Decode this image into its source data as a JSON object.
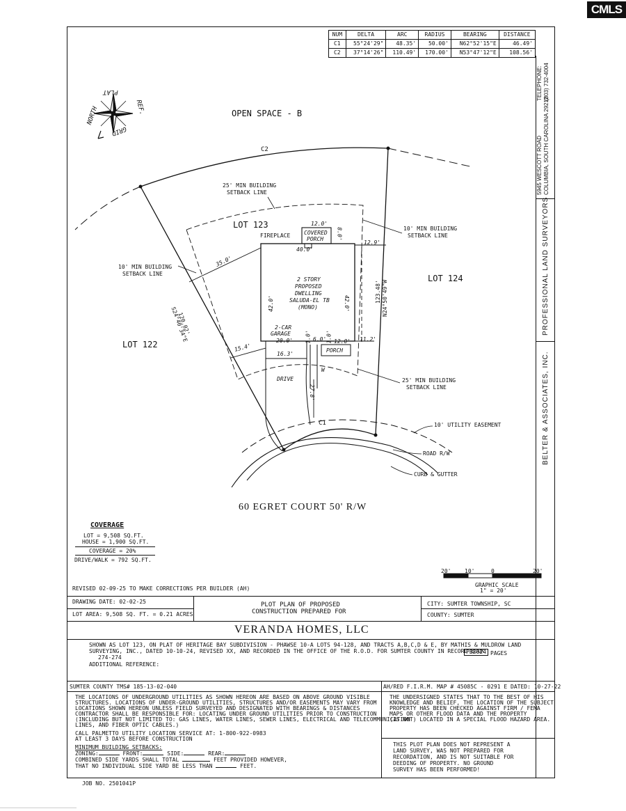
{
  "logo_text": "CMLS",
  "curve_table": {
    "headers": [
      "NUM",
      "DELTA",
      "ARC",
      "RADIUS",
      "BEARING",
      "DISTANCE"
    ],
    "rows": [
      [
        "C1",
        "55°24'29\"",
        "48.35'",
        "50.00'",
        "N62°52'15\"E",
        "46.49'"
      ],
      [
        "C2",
        "37°14'26\"",
        "110.49'",
        "170.00'",
        "N53°47'12\"E",
        "108.56'"
      ]
    ]
  },
  "company": {
    "name": "BELTER & ASSOCIATES, INC.",
    "profession": "PROFESSIONAL LAND SURVEYORS",
    "address1": "5945 WESCOTT ROAD",
    "address2": "COLUMBIA, SOUTH CAROLINA 29212",
    "telephone_label": "TELEPHONE:",
    "telephone": "(803) 732-4004"
  },
  "north_arrow": {
    "text_top": "PLAT",
    "text_north": "NORTH",
    "text_ref": "REF.",
    "text_grid": "GRID"
  },
  "plan": {
    "open_space": "OPEN SPACE - B",
    "lot_123": "LOT 123",
    "lot_124": "LOT 124",
    "lot_122": "LOT 122",
    "c2": "C2",
    "c1": "C1",
    "setback_25_top": "25' MIN BUILDING",
    "setback_25_top_2": "SETBACK LINE",
    "setback_10_right": "10' MIN BUILDING",
    "setback_10_right_2": "SETBACK LINE",
    "setback_10_left": "10' MIN BUILDING",
    "setback_10_left_2": "SETBACK LINE",
    "setback_25_bottom": "25' MIN BUILDING",
    "setback_25_bottom_2": "SETBACK LINE",
    "utility_easement": "10' UTILITY EASEMENT",
    "road_rw": "ROAD R/W",
    "curb_gutter": "CURB & GUTTER",
    "street": "60 EGRET COURT 50' R/W",
    "fireplace": "FIREPLACE",
    "covered_porch_1": "COVERED",
    "covered_porch_2": "PORCH",
    "dim_12_top": "12.0'",
    "dim_8": "8.0'",
    "dim_40": "40.0'",
    "dim_12_9": "12.9'",
    "dim_35": "35.0'",
    "dim_42_left": "42.0'",
    "dim_42_right": "42.0'",
    "dwelling_1": "2 STORY",
    "dwelling_2": "PROPOSED",
    "dwelling_3": "DWELLING",
    "dwelling_4": "SALUDA-EL TB",
    "dwelling_5": "(MONO)",
    "garage_1": "2-CAR",
    "garage_2": "GARAGE",
    "dim_20": "20.0'",
    "dim_1a": "1.0'",
    "dim_6": "6.0'",
    "dim_1b": "1.0'",
    "dim_12_bottom": "12.0'",
    "dim_11_2": "11.2'",
    "porch": "PORCH",
    "dim_15_4": "15.4'",
    "dim_16_3": "16.3'",
    "walk_w": "W",
    "drive": "DRIVE",
    "dim_27_8": "27.8'",
    "left_line_dist": "120.02'",
    "left_line_bearing": "S24°40'34\"E",
    "right_line_dist": "123.48'",
    "right_line_bearing": "N24°50'49\"W"
  },
  "coverage": {
    "title": "COVERAGE",
    "lot": "LOT = 9,508 SQ.FT.",
    "house": "HOUSE = 1,900 SQ.FT.",
    "coverage": "COVERAGE = 20%",
    "drive_walk": "DRIVE/WALK = 792 SQ.FT."
  },
  "scale": {
    "labels": [
      "20'",
      "10'",
      "0",
      "20'"
    ],
    "title": "GRAPHIC SCALE",
    "ratio": "1\" = 20'"
  },
  "title_block": {
    "revised": "REVISED 02-09-25 TO MAKE CORRECTIONS PER BUILDER (AH)",
    "drawing_date": "DRAWING DATE: 02-02-25",
    "lot_area": "LOT AREA: 9,508 SQ. FT. = 0.21 ACRES",
    "plot_title_1": "PLOT PLAN OF PROPOSED",
    "plot_title_2": "CONSTRUCTION PREPARED FOR",
    "city": "CITY: SUMTER TOWNSHIP, SC",
    "county": "COUNTY: SUMTER",
    "client": "VERANDA HOMES, LLC",
    "desc_1": "SHOWN AS LOT 123, ON PLAT OF HERITAGE BAY SUBDIVISION - PHAWSE 10-A LOTS 94-128, AND TRACTS A,B,C,D & E, BY MATHIS & MULDROW LAND",
    "desc_2": "SURVEYING, INC., DATED 10-10-24, REVISED XX, AND RECORDED IN THE OFFICE OF THE R.O.D. FOR SUMTER COUNTY IN RECORD BOOK",
    "book": "PB2024",
    "pages_label": "PAGES",
    "pages": "274-274",
    "additional": "ADDITIONAL REFERENCE:",
    "tms": "SUMTER COUNTY TMS# 185-13-02-040",
    "firm": "AH/RED   F.I.R.M. MAP # 45085C - 0291 E DATED: 10-27-22",
    "utility_notes": [
      "THE LOCATIONS OF UNDERGROUND UTILITIES AS SHOWN HEREON ARE BASED ON ABOVE GROUND VISIBLE",
      "STRUCTURES. LOCATIONS OF UNDER-GROUND UTILITIES, STRUCTURES AND/OR EASEMENTS MAY VARY FROM",
      "LOCATIONS SHOWN HEREON UNLESS FIELD SURVEYED AND DESIGNATED WITH BEARINGS & DISTANCES",
      "CONTRACTOR SHALL BE RESPONSIBLE FOR: LOCATING UNDER GROUND UTILITIES PRIOR TO CONSTRUCTION",
      "(INCLUDING BUT NOT LIMITED TO: GAS LINES, WATER LINES, SEWER LINES, ELECTRICAL AND TELECOMMUNICATION",
      "LINES, AND FIBER OPTIC CABLES.)"
    ],
    "call_1": "CALL PALMETTO UTILITY LOCATION SERVICE AT: 1-800-922-0983",
    "call_2": "AT LEAST 3 DAYS BEFORE CONSTRUCTION",
    "setbacks_title": "MINIMUM BUILDING SETBACKS:",
    "zoning": "ZONING:",
    "front": "FRONT:",
    "side": "SIDE:",
    "rear": "REAR:",
    "combined": "COMBINED SIDE YARDS SHALL TOTAL",
    "combined_end": "FEET PROVIDED HOWEVER,",
    "individual": "THAT NO INDIVIDUAL SIDE YARD BE LESS THAN",
    "individual_end": "FEET.",
    "flood_notes": [
      "THE UNDERSIGNED STATES THAT TO THE BEST OF HIS",
      "KNOWLEDGE AND BELIEF, THE LOCATION OF THE SUBJECT",
      "PROPERTY HAS BEEN CHECKED AGAINST FIRM / FEMA",
      "MAPS OR OTHER FLOOD DATA AND THE PROPERTY",
      "(IS NOT) LOCATED IN A SPECIAL FLOOD HAZARD AREA."
    ],
    "disclaimer": [
      "THIS PLOT PLAN DOES NOT REPRESENT A",
      "LAND SURVEY, WAS NOT PREPARED FOR",
      "RECORDATION, AND IS NOT SUITABLE FOR",
      "DEEDING OF PROPERTY. NO GROUND",
      "SURVEY HAS BEEN PERFORMED!"
    ],
    "job_no": "JOB NO. 2501041P"
  }
}
